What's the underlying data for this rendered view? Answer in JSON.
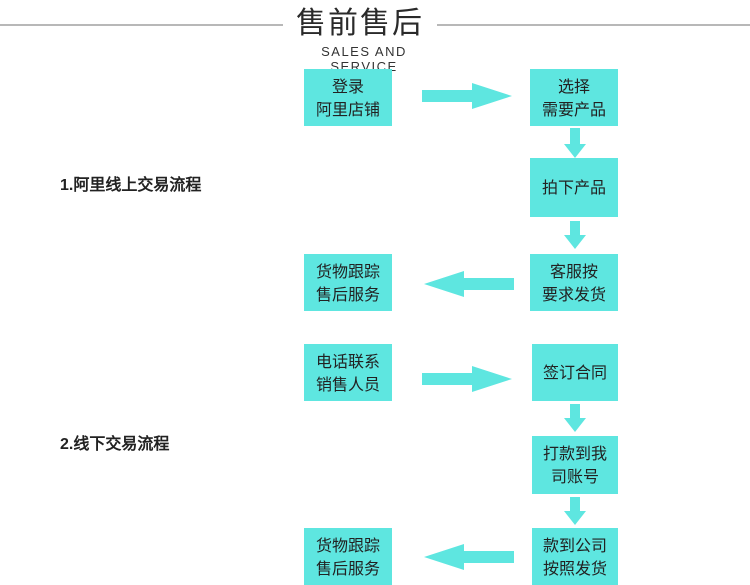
{
  "header": {
    "title": "售前售后",
    "subtitle": "SALES AND SERVICE"
  },
  "sections": [
    {
      "label": "1.阿里线上交易流程"
    },
    {
      "label": "2.线下交易流程"
    }
  ],
  "flow1": {
    "login": "登录\n阿里店铺",
    "select": "选择\n需要产品",
    "order": "拍下产品",
    "ship": "客服按\n要求发货",
    "track": "货物跟踪\n售后服务"
  },
  "flow2": {
    "contact": "电话联系\n销售人员",
    "contract": "签订合同",
    "pay": "打款到我\n司账号",
    "ship": "款到公司\n按照发货",
    "track": "货物跟踪\n售后服务"
  },
  "colors": {
    "box": "#5ee6e0",
    "arrow": "#5ee6e0",
    "rule": "#b8b8b8"
  }
}
